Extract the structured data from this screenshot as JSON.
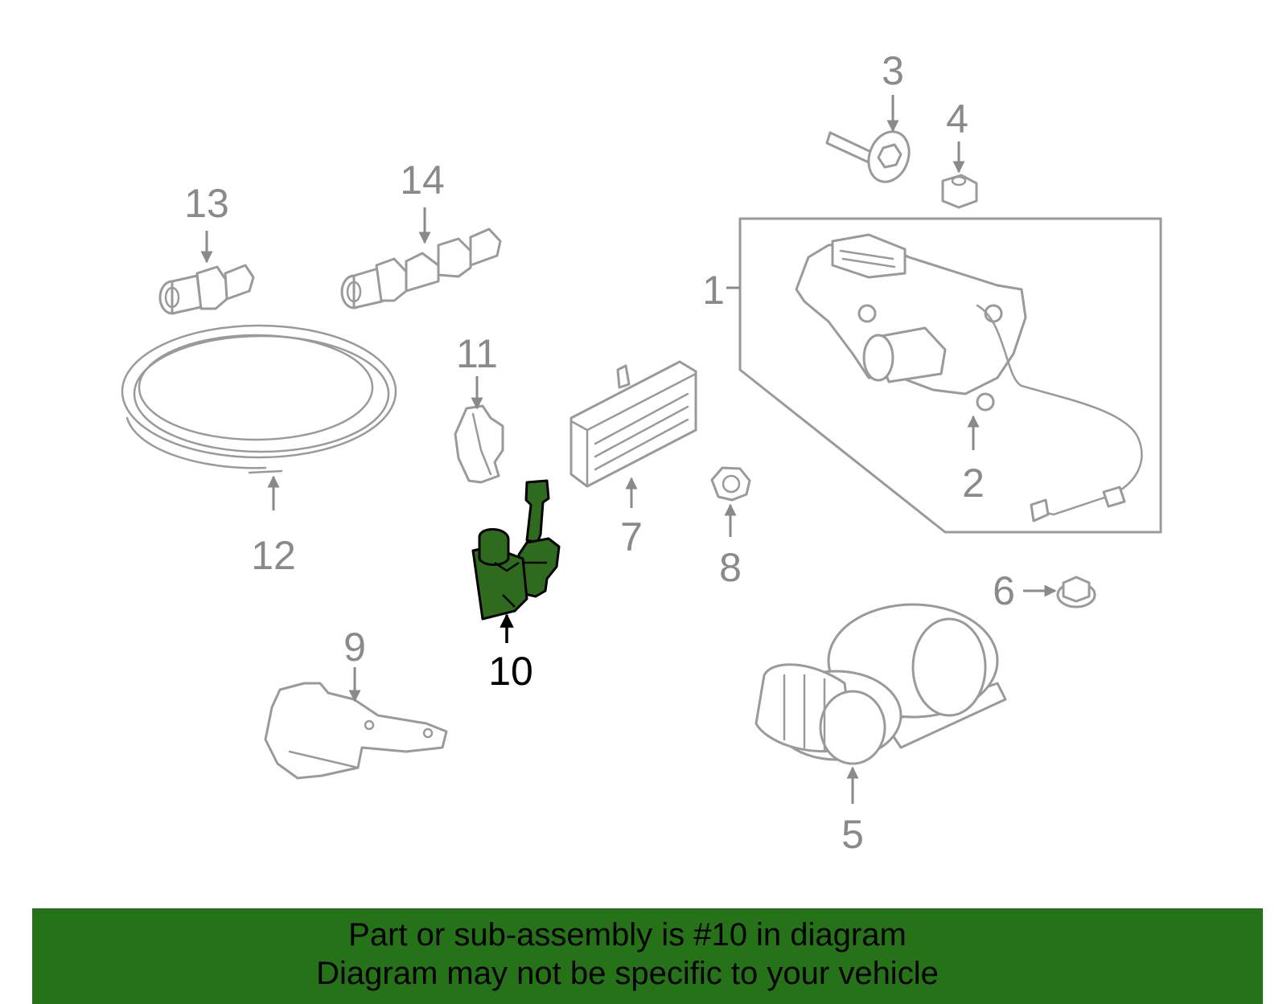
{
  "highlighted_part": "10",
  "callouts": {
    "c1": "1",
    "c2": "2",
    "c3": "3",
    "c4": "4",
    "c5": "5",
    "c6": "6",
    "c7": "7",
    "c8": "8",
    "c9": "9",
    "c10": "10",
    "c11": "11",
    "c12": "12",
    "c13": "13",
    "c14": "14"
  },
  "banner": {
    "line1": "Part or sub-assembly is #10 in diagram",
    "line2": "Diagram may not be specific to your vehicle"
  },
  "colors": {
    "banner_background": "#257218",
    "highlight_fill": "#2e6b1e",
    "part_outline": "#9a9a9a"
  }
}
